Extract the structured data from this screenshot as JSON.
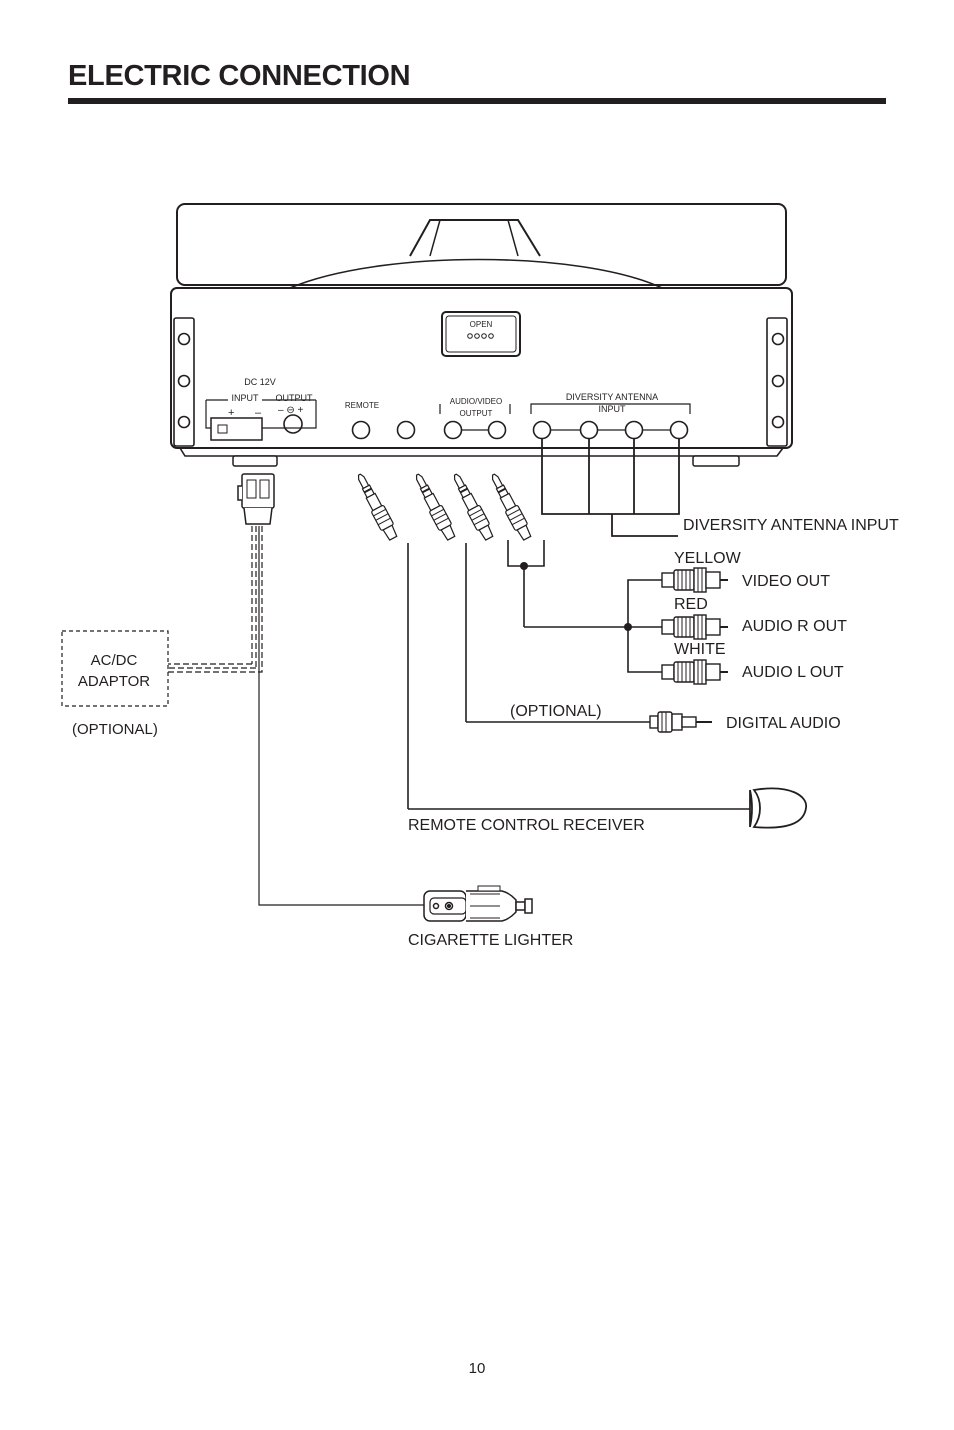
{
  "page": {
    "title": "ELECTRIC CONNECTION",
    "page_number": "10"
  },
  "unit": {
    "open_label": "OPEN",
    "dc_label": "DC 12V",
    "input_label": "INPUT",
    "output_label": "OUTPUT",
    "remote_label": "REMOTE",
    "av_label_line1": "AUDIO/VIDEO",
    "av_label_line2": "OUTPUT",
    "antenna_label_line1": "DIVERSITY ANTENNA",
    "antenna_label_line2": "INPUT"
  },
  "labels": {
    "diversity_antenna_input": "DIVERSITY ANTENNA INPUT",
    "yellow": "YELLOW",
    "video_out": "VIDEO OUT",
    "red": "RED",
    "audio_r_out": "AUDIO R OUT",
    "white": "WHITE",
    "audio_l_out": "AUDIO L OUT",
    "optional_digital": "(OPTIONAL)",
    "digital_audio": "DIGITAL AUDIO",
    "acdc_line1": "AC/DC",
    "acdc_line2": "ADAPTOR",
    "optional_adaptor": "(OPTIONAL)",
    "remote_control_receiver": "REMOTE CONTROL RECEIVER",
    "cigarette_lighter": "CIGARETTE LIGHTER"
  }
}
